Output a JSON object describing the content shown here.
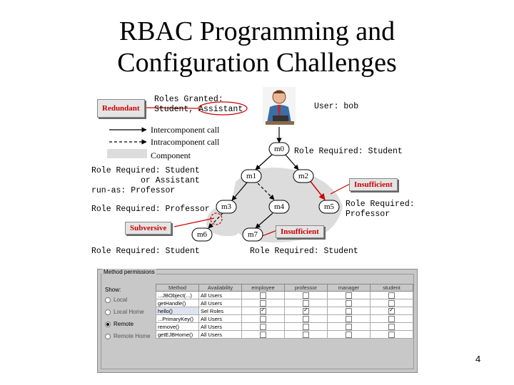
{
  "slide": {
    "title_line1": "RBAC Programming and",
    "title_line2": "Configuration Challenges",
    "page_number": "4"
  },
  "diagram": {
    "roles_granted_label": "Roles Granted:",
    "roles_granted_value": "Student, Assistant",
    "user_label": "User: bob",
    "legend": {
      "intercomponent": "Intercomponent call",
      "intracomponent": "Intracomponent call",
      "component": "Component"
    },
    "nodes": {
      "m0": "m0",
      "m1": "m1",
      "m2": "m2",
      "m3": "m3",
      "m4": "m4",
      "m5": "m5",
      "m6": "m6",
      "m7": "m7"
    },
    "annotations": {
      "m0_role": "Role Required: Student",
      "m1_role_line1": "Role Required: Student",
      "m1_role_line2": "          or Assistant",
      "m1_runas": "run-as: Professor",
      "m3_role": "Role Required: Professor",
      "m5_role_line1": "Role Required:",
      "m5_role_line2": "Professor",
      "m6_role": "Role Required: Student",
      "m7_role": "Role Required: Student"
    },
    "tags": {
      "redundant": "Redundant",
      "insufficient_1": "Insufficient",
      "insufficient_2": "Insufficient",
      "subversive": "Subversive"
    },
    "colors": {
      "warning_red": "#cc0000",
      "component_gray": "#d8d8d8"
    }
  },
  "permissions_panel": {
    "title": "Method permissions",
    "show_label": "Show:",
    "options": [
      {
        "label": "Local",
        "selected": false
      },
      {
        "label": "Local Home",
        "selected": false
      },
      {
        "label": "Remote",
        "selected": true
      },
      {
        "label": "Remote Home",
        "selected": false
      }
    ],
    "columns": [
      "Method",
      "Availability",
      "employee",
      "professor",
      "manager",
      "student"
    ],
    "rows": [
      {
        "method": "...JBObject(...)",
        "availability": "All Users",
        "checks": [
          false,
          false,
          false,
          false
        ]
      },
      {
        "method": "getHandle()",
        "availability": "All Users",
        "checks": [
          false,
          false,
          false,
          false
        ]
      },
      {
        "method": "hello()",
        "availability": "Sel Roles",
        "checks": [
          true,
          true,
          false,
          true
        ]
      },
      {
        "method": "...PrimaryKey()",
        "availability": "All Users",
        "checks": [
          false,
          false,
          false,
          false
        ]
      },
      {
        "method": "remove()",
        "availability": "All Users",
        "checks": [
          false,
          false,
          false,
          false
        ]
      },
      {
        "method": "getEJBHome()",
        "availability": "All Users",
        "checks": [
          false,
          false,
          false,
          false
        ]
      }
    ]
  }
}
